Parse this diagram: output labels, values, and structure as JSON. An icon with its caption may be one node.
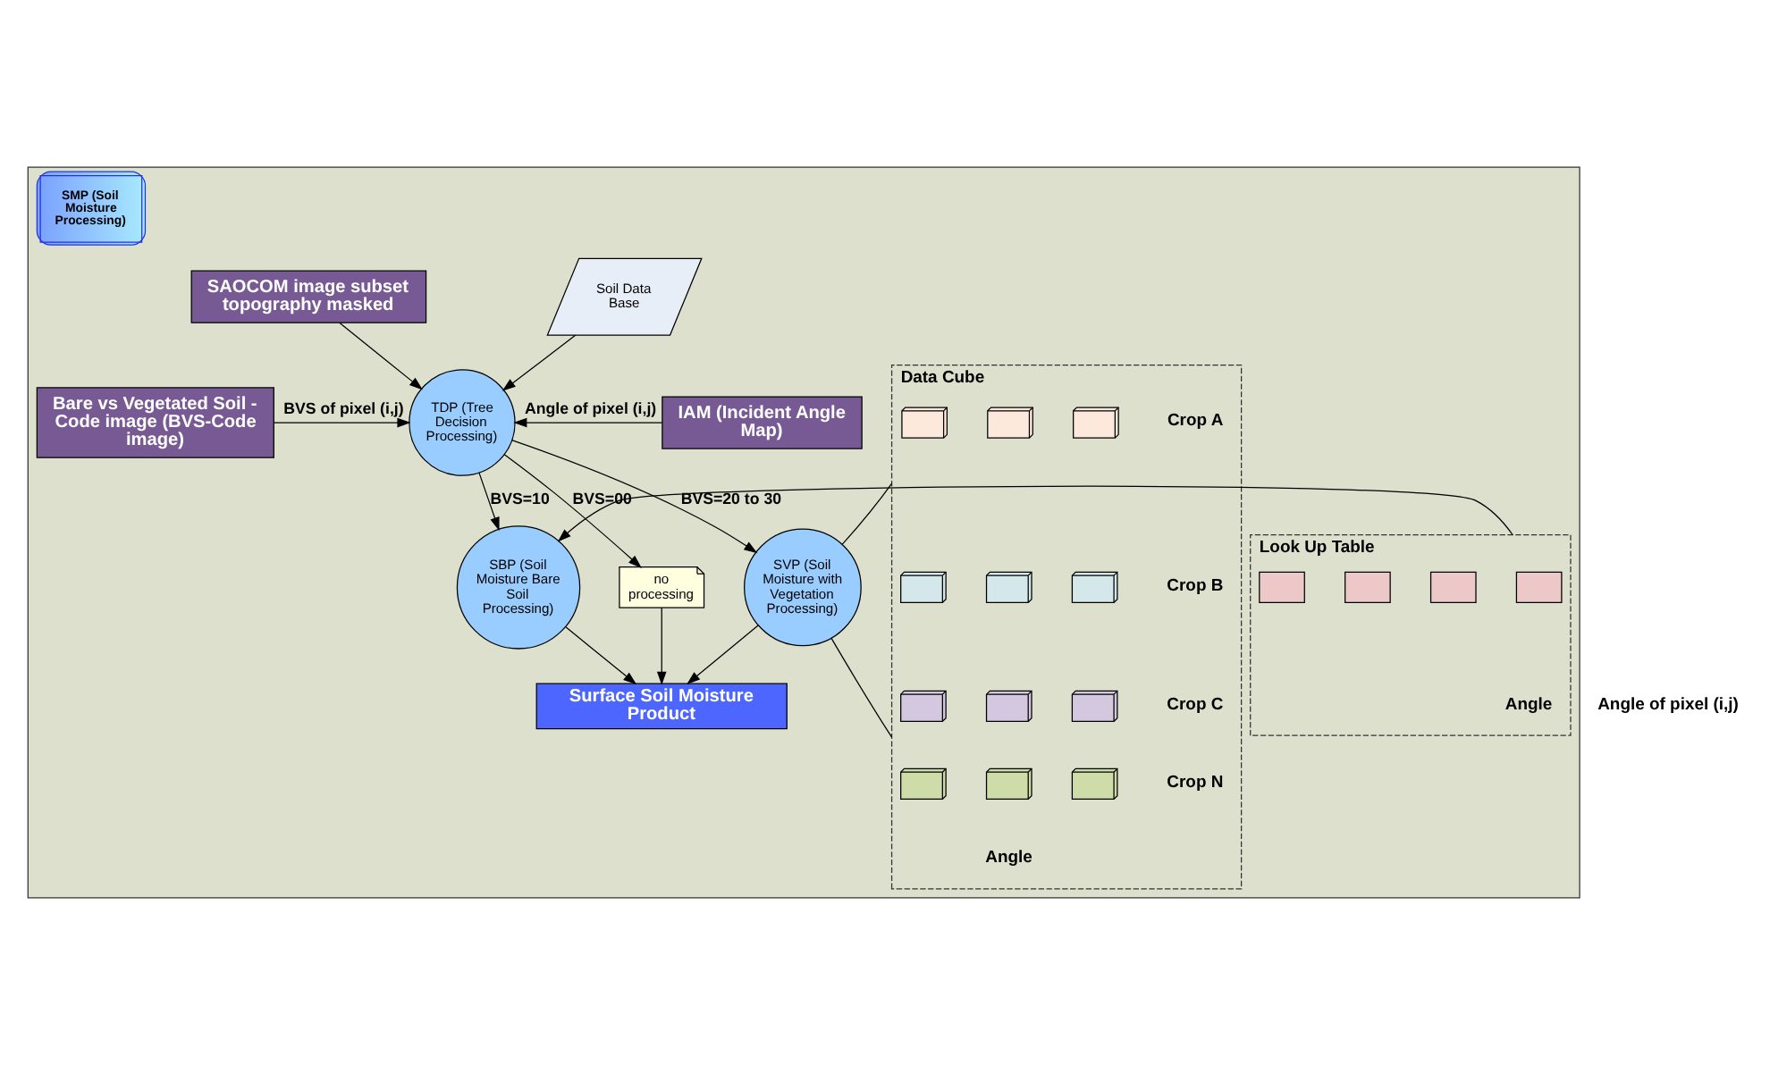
{
  "diagram": {
    "nodes": [
      {
        "text": [
          "SMP (Soil Moisture Processing)"
        ]
      },
      {
        "text": [
          "SAOCOM image subset topography masked"
        ],
        "in": 0
      },
      {
        "text": [
          "Soil Data Base"
        ],
        "in": 0
      },
      {
        "text": [
          "TDP (Tree Decision Processing)"
        ],
        "in": 0
      },
      {
        "text": [
          "Bare vs Vegetated Soil - Code image (BVS-Code image)"
        ],
        "in": 0
      },
      {
        "text": [
          "IAM (Incident Angle Map)"
        ],
        "in": 0
      },
      {
        "text": [
          "Look Up Table"
        ],
        "in": 0
      },
      {
        "text": [],
        "shape": "box",
        "in": 6
      },
      {
        "text": [],
        "shape": "box",
        "in": 6
      },
      {
        "text": [],
        "shape": "box",
        "in": 6
      },
      {
        "text": [],
        "shape": "box",
        "in": 6
      },
      {
        "text": [
          "SBP (Soil Moisture Bare Soil Processing)"
        ],
        "in": 0
      },
      {
        "text": [
          "no processing"
        ],
        "in": 0
      },
      {
        "text": [
          "SVP (Soil Moisture with Vegetation Processing)"
        ],
        "in": 0
      },
      {
        "text": [
          "Data Cube"
        ],
        "in": 0
      },
      {
        "text": [],
        "shape": "box",
        "in": 14
      },
      {
        "text": [],
        "shape": "box",
        "in": 14
      },
      {
        "text": [],
        "shape": "box",
        "in": 14
      },
      {
        "text": [],
        "shape": "box",
        "in": 14
      },
      {
        "text": [],
        "shape": "box",
        "in": 14
      },
      {
        "text": [],
        "shape": "box",
        "in": 14
      },
      {
        "text": [],
        "shape": "box",
        "in": 14
      },
      {
        "text": [],
        "shape": "box",
        "in": 14
      },
      {
        "text": [],
        "shape": "box",
        "in": 14
      },
      {
        "text": [],
        "shape": "box",
        "in": 14
      },
      {
        "text": [],
        "shape": "box",
        "in": 14
      },
      {
        "text": [],
        "shape": "box",
        "in": 14
      },
      {
        "text": [
          "Surface Soil Moisture Product"
        ],
        "in": 0
      }
    ],
    "edges": [
      {
        "from": 1,
        "to": 3,
        "arrow": "to"
      },
      {
        "from": 2,
        "to": 3,
        "arrow": "to"
      },
      {
        "from": 4,
        "to": 3,
        "arrow": "to",
        "label": "BVS of pixel (i,j)"
      },
      {
        "from": 5,
        "to": 3,
        "arrow": "to",
        "label": "Angle of pixel (i,j)"
      },
      {
        "from": 3,
        "to": 11,
        "arrow": "to",
        "label": "BVS=10"
      },
      {
        "from": 3,
        "to": 12,
        "arrow": "to",
        "label": "BVS=00"
      },
      {
        "from": 3,
        "to": 13,
        "arrow": "to",
        "label": "BVS=20 to 30"
      },
      {
        "from": 10,
        "to": 11,
        "arrow": "to"
      },
      {
        "from": 13,
        "to": 15,
        "arrow": "none"
      },
      {
        "from": 13,
        "to": 24,
        "arrow": "none"
      },
      {
        "from": 11,
        "to": 27,
        "arrow": "to"
      },
      {
        "from": 12,
        "to": 27,
        "arrow": "to"
      },
      {
        "from": 13,
        "to": 27,
        "arrow": "to"
      }
    ],
    "labels": [
      "Angle of pixel (i,j)",
      "Angle",
      "Crop A",
      "Crop B",
      "Crop C",
      "Crop N",
      "Angle"
    ]
  }
}
